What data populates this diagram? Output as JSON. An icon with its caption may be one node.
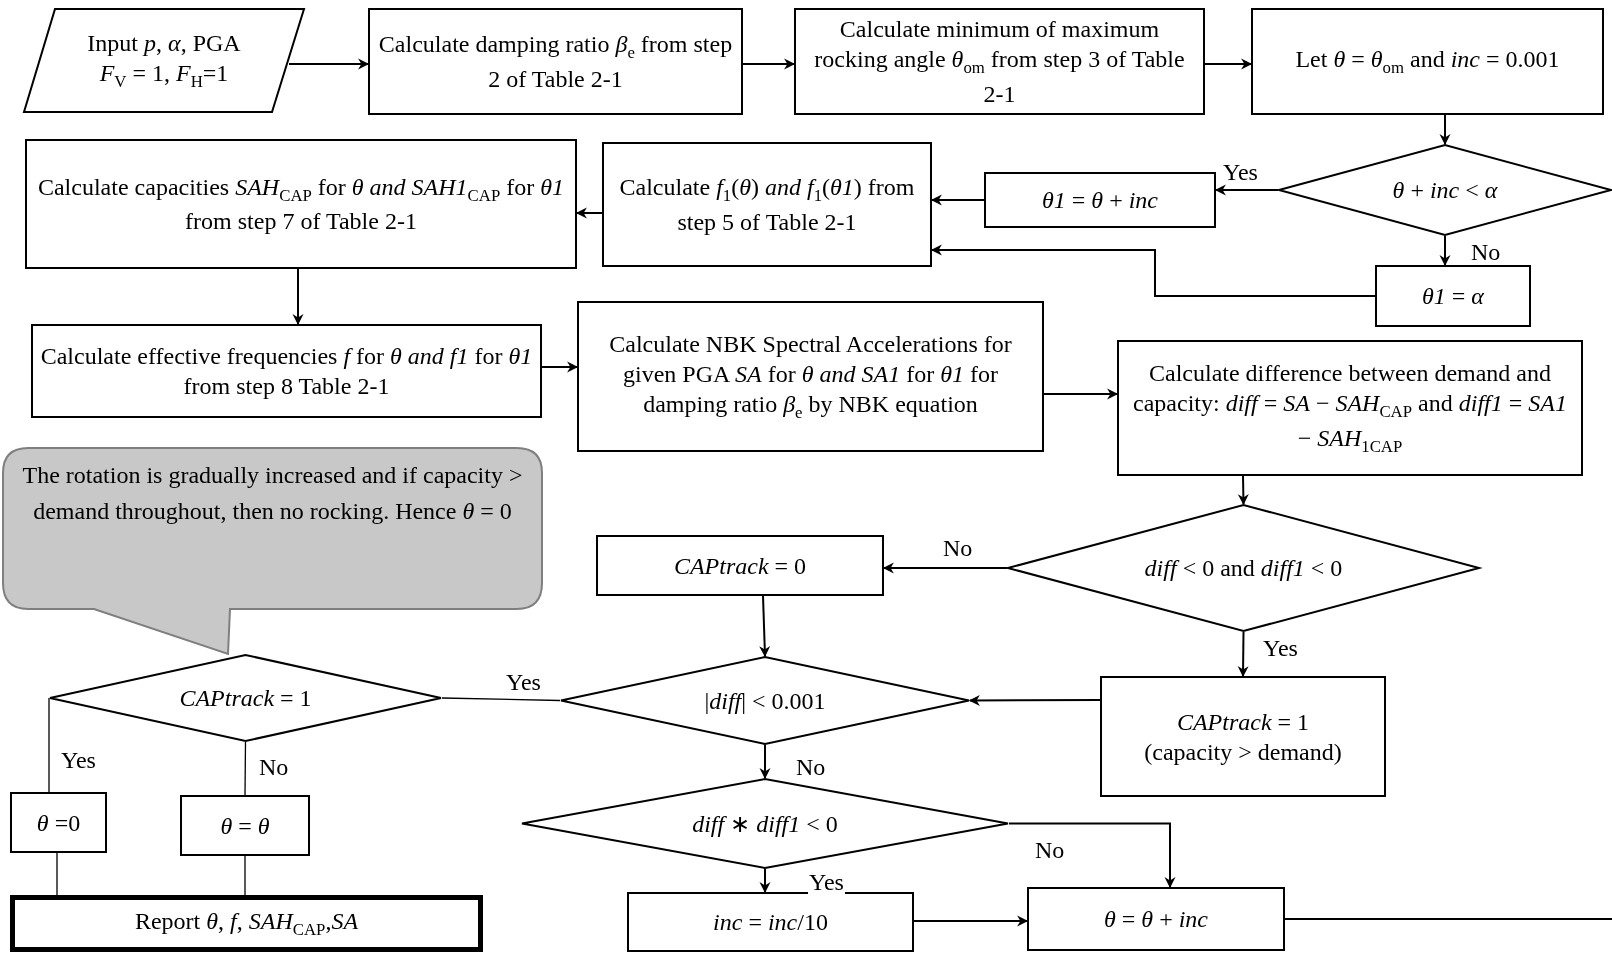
{
  "diagram": {
    "nodes": [
      {
        "text": [
          "Input *p*, *α*, PGA",
          "*F*$_{V}$ = 1, *F*$_{H}$=1"
        ]
      },
      {
        "text": [
          "Calculate damping ratio *β*$_{e}$ from step 2 of Table 2-1"
        ]
      },
      {
        "text": [
          "Calculate minimum of maximum rocking angle *θ*$_{om}$ from step 3 of Table 2-1"
        ]
      },
      {
        "text": [
          "Let *θ* = *θ*$_{om}$ and *inc* = 0.001"
        ]
      },
      {
        "text": [
          "*θ* + *inc* < *α*"
        ]
      },
      {
        "text": [
          "*θ1* = *θ* + *inc*"
        ]
      },
      {
        "text": [
          "Calculate *f*$_{1}$(*θ*) *and f*$_{1}$(*θ1*) from step 5 of Table 2-1"
        ]
      },
      {
        "text": [
          "Calculate capacities *SAH*$_{CAP}$ for *θ and SAH1*$_{CAP}$ for *θ1* from step 7 of Table 2-1"
        ]
      },
      {
        "text": [
          "*θ1* = *α*"
        ]
      },
      {
        "text": [
          "Calculate effective frequencies *f* for *θ and f1* for *θ1* from step 8 Table 2-1"
        ]
      },
      {
        "text": [
          "Calculate NBK Spectral Accelerations for given PGA *SA* for *θ and SA1* for *θ1* for damping ratio *β*$_{e}$ by NBK equation"
        ]
      },
      {
        "text": [
          "Calculate difference between demand and capacity: *diff* = *SA* − *SAH*$_{CAP}$ and *diff1* = *SA1* − *SAH*$_{1CAP}$"
        ]
      },
      {
        "text": [
          "The rotation is gradually increased and if capacity > demand throughout, then no rocking. Hence *θ* = 0"
        ]
      },
      {
        "text": [
          "*diff* < 0 and *diff1* < 0"
        ]
      },
      {
        "text": [
          "*CAPtrack* = 0"
        ]
      },
      {
        "text": [
          "*CAPtrack* = 1"
        ]
      },
      {
        "text": [
          "|*diff*| < 0.001"
        ]
      },
      {
        "text": [
          "*CAPtrack* = 1",
          "(capacity > demand)"
        ]
      },
      {
        "text": [
          "*θ* =0"
        ]
      },
      {
        "text": [
          "*θ* = *θ*"
        ]
      },
      {
        "text": [
          "*diff* ∗ *diff1* < 0"
        ]
      },
      {
        "text": [
          "Report *θ*, *f*, *SAH*$_{CAP}$,*SA*"
        ]
      },
      {
        "text": [
          "*inc* = *inc*/10"
        ]
      },
      {
        "text": [
          "*θ* = *θ* + *inc*"
        ]
      }
    ],
    "edges": [
      {
        "from": 0,
        "to": 1,
        "arrow": "to"
      },
      {
        "from": 1,
        "to": 2,
        "arrow": "to"
      },
      {
        "from": 2,
        "to": 3,
        "arrow": "to"
      },
      {
        "from": 3,
        "to": 4,
        "arrow": "to"
      },
      {
        "from": 4,
        "to": 5,
        "arrow": "to",
        "label": "Yes"
      },
      {
        "from": 4,
        "to": 8,
        "arrow": "to",
        "label": "No"
      },
      {
        "from": 5,
        "to": 6,
        "arrow": "to"
      },
      {
        "from": 8,
        "to": 6,
        "arrow": "to"
      },
      {
        "from": 6,
        "to": 7,
        "arrow": "to"
      },
      {
        "from": 7,
        "to": 9,
        "arrow": "to"
      },
      {
        "from": 9,
        "to": 10,
        "arrow": "to"
      },
      {
        "from": 10,
        "to": 11,
        "arrow": "to"
      },
      {
        "from": 11,
        "to": 13,
        "arrow": "to"
      },
      {
        "from": 13,
        "to": 14,
        "arrow": "to",
        "label": "No"
      },
      {
        "from": 13,
        "to": 17,
        "arrow": "to",
        "label": "Yes"
      },
      {
        "from": 14,
        "to": 16,
        "arrow": "to"
      },
      {
        "from": 17,
        "to": 16,
        "arrow": "to"
      },
      {
        "from": 16,
        "to": 15,
        "arrow": "none",
        "label": "Yes"
      },
      {
        "from": 16,
        "to": 20,
        "arrow": "to",
        "label": "No"
      },
      {
        "from": 15,
        "to": 18,
        "arrow": "none",
        "label": "Yes"
      },
      {
        "from": 15,
        "to": 19,
        "arrow": "none",
        "label": "No"
      },
      {
        "from": 18,
        "to": 21,
        "arrow": "none"
      },
      {
        "from": 19,
        "to": 21,
        "arrow": "none"
      },
      {
        "from": 20,
        "to": 22,
        "arrow": "to",
        "label": "Yes"
      },
      {
        "from": 20,
        "to": 23,
        "arrow": "to",
        "label": "No"
      },
      {
        "from": 22,
        "to": 23,
        "arrow": "to"
      },
      {
        "from": 23,
        "to": null,
        "arrow": "none"
      }
    ]
  }
}
